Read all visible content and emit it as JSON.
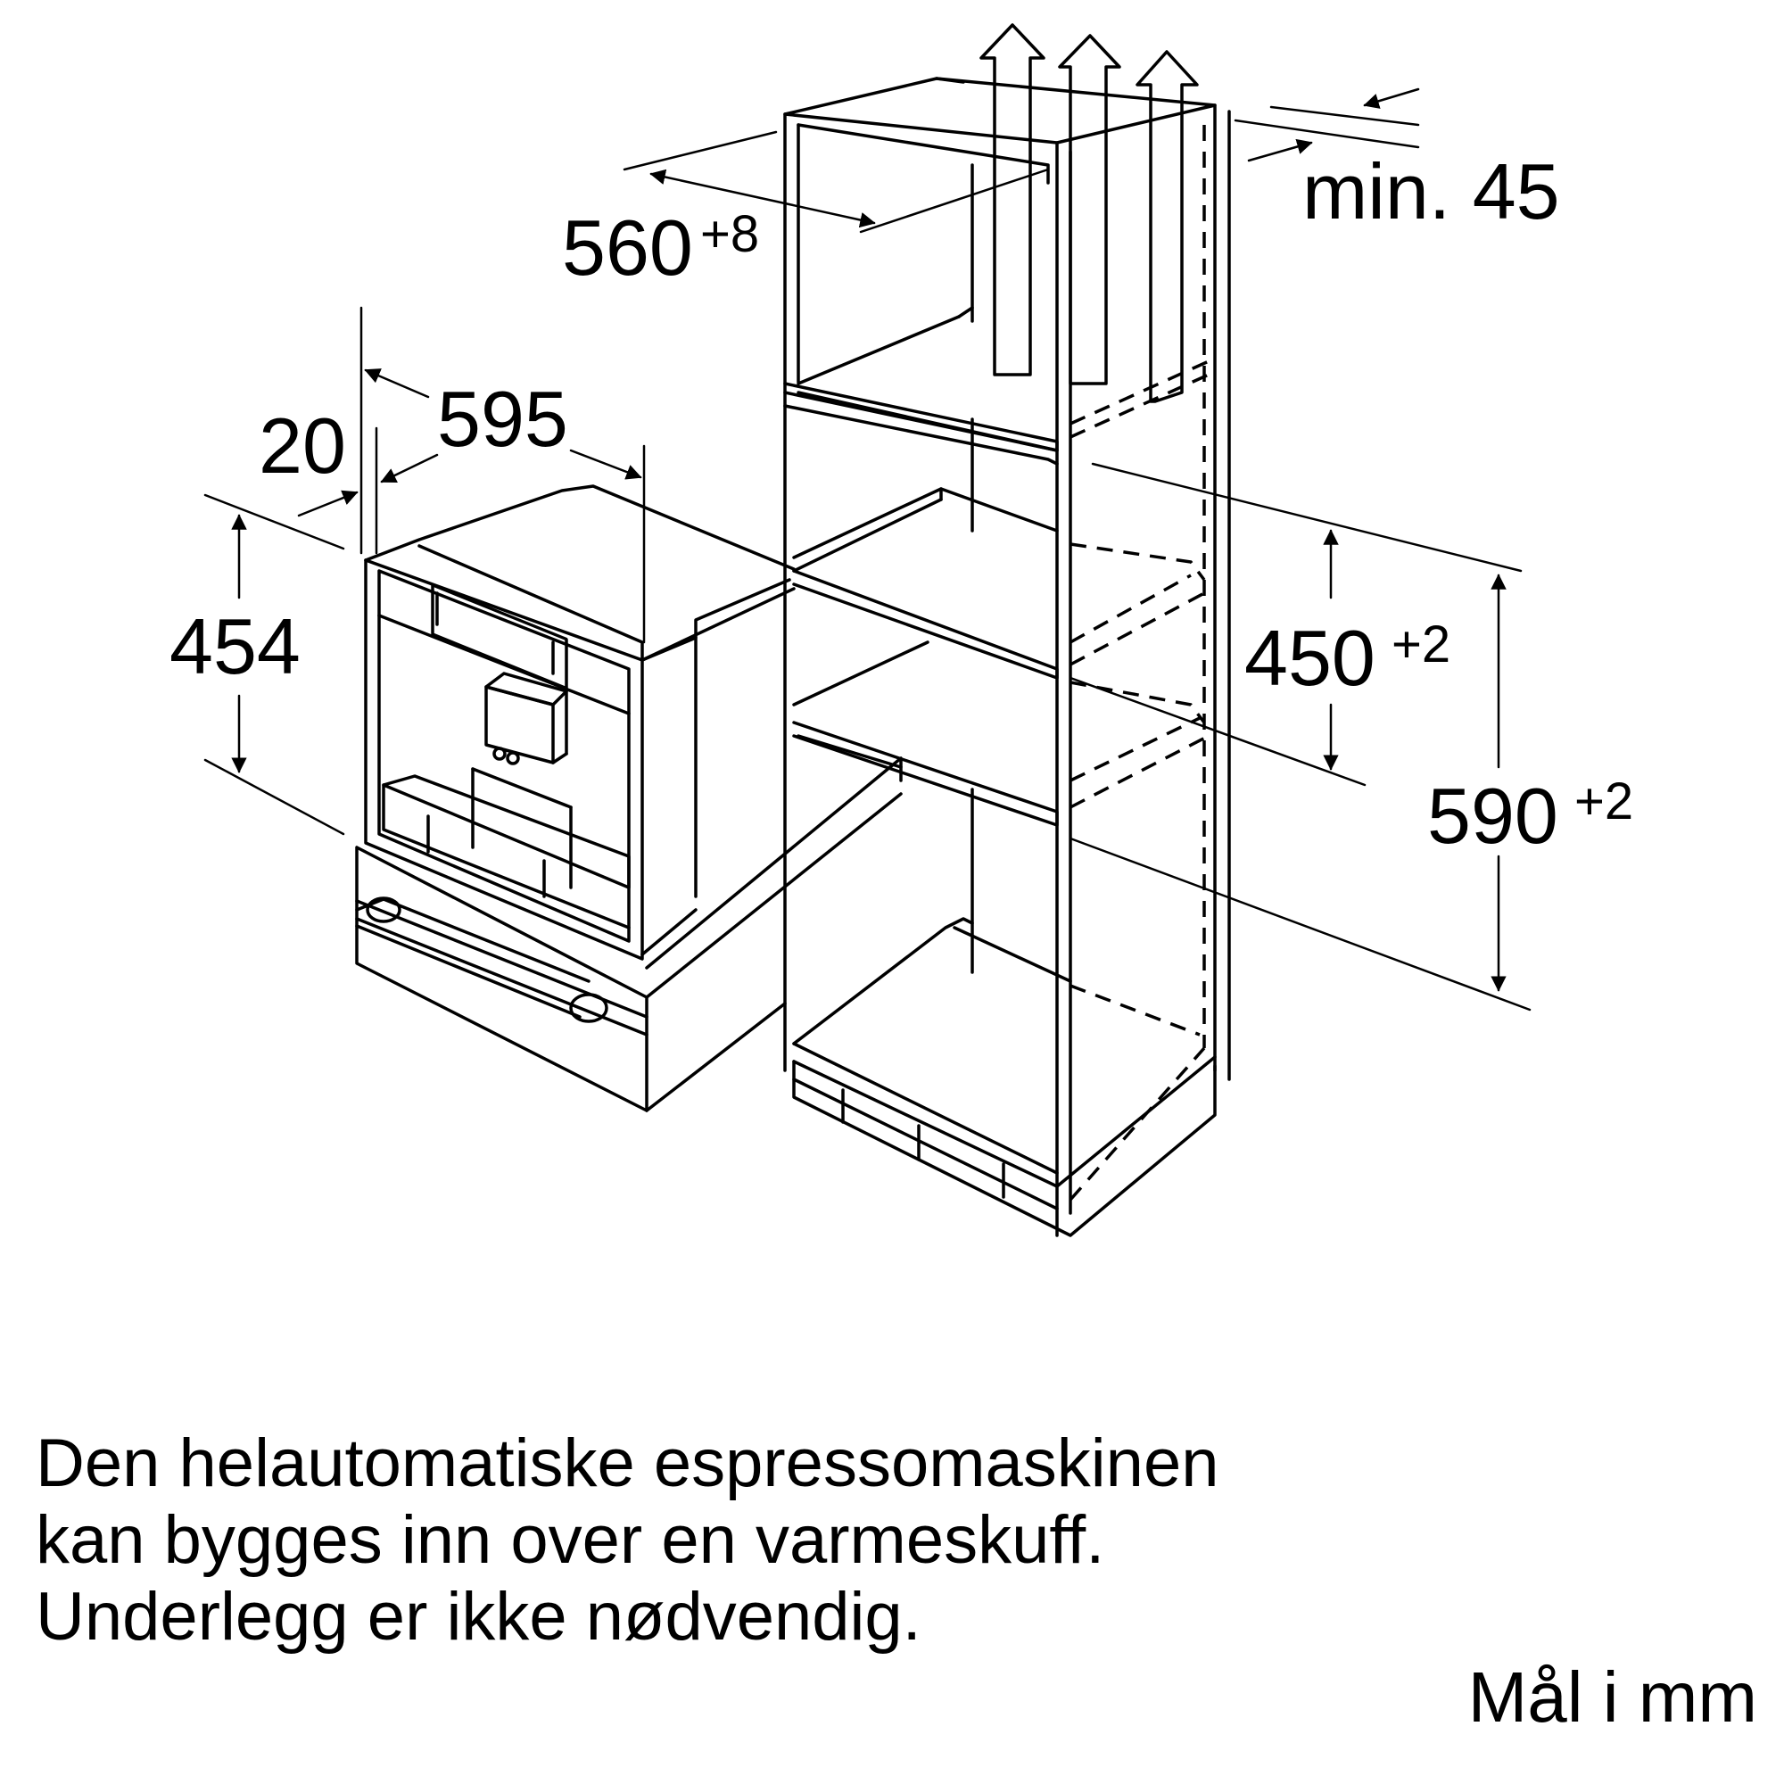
{
  "dimensions": {
    "depth_label": "560",
    "depth_tolerance": "+8",
    "min_gap_label": "min. 45",
    "width_label": "595",
    "offset_label": "20",
    "height_label": "454",
    "niche_label": "450",
    "niche_tolerance": "+2",
    "total_label": "590",
    "total_tolerance": "+2"
  },
  "caption": {
    "line1": "Den helautomatiske espressomaskinen",
    "line2": "kan bygges inn over en varmeskuff.",
    "line3": "Underlegg er ikke nødvendig."
  },
  "units": "Mål i mm"
}
